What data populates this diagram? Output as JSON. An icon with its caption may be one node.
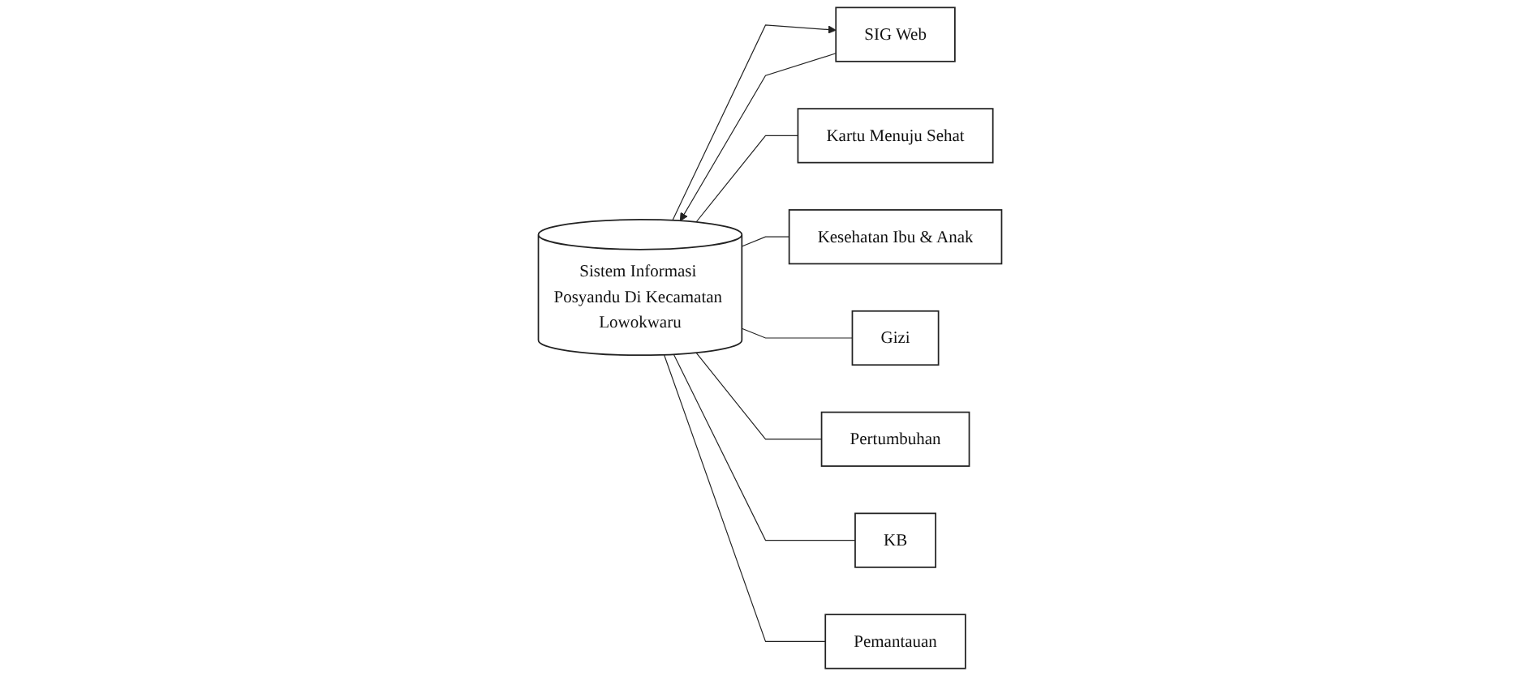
{
  "diagram": {
    "nodes": [
      {
        "text": [
          "Sistem Informasi Posyandu Di Kecamatan Lowokwaru"
        ]
      },
      {
        "text": [
          "SIG Web"
        ]
      },
      {
        "text": [
          "Kartu Menuju Sehat"
        ]
      },
      {
        "text": [
          "Kesehatan Ibu & Anak"
        ]
      },
      {
        "text": [
          "Gizi"
        ]
      },
      {
        "text": [
          "Pertumbuhan"
        ]
      },
      {
        "text": [
          "KB"
        ]
      },
      {
        "text": [
          "Pemantauan"
        ]
      }
    ],
    "edges": [
      {
        "from": 1,
        "to": 0,
        "arrow": "to"
      },
      {
        "from": 0,
        "to": 1,
        "arrow": "to"
      },
      {
        "from": 0,
        "to": 2,
        "arrow": "none"
      },
      {
        "from": 0,
        "to": 3,
        "arrow": "none"
      },
      {
        "from": 0,
        "to": 4,
        "arrow": "none"
      },
      {
        "from": 0,
        "to": 5,
        "arrow": "none"
      },
      {
        "from": 0,
        "to": 6,
        "arrow": "none"
      },
      {
        "from": 0,
        "to": 7,
        "arrow": "none"
      }
    ]
  }
}
